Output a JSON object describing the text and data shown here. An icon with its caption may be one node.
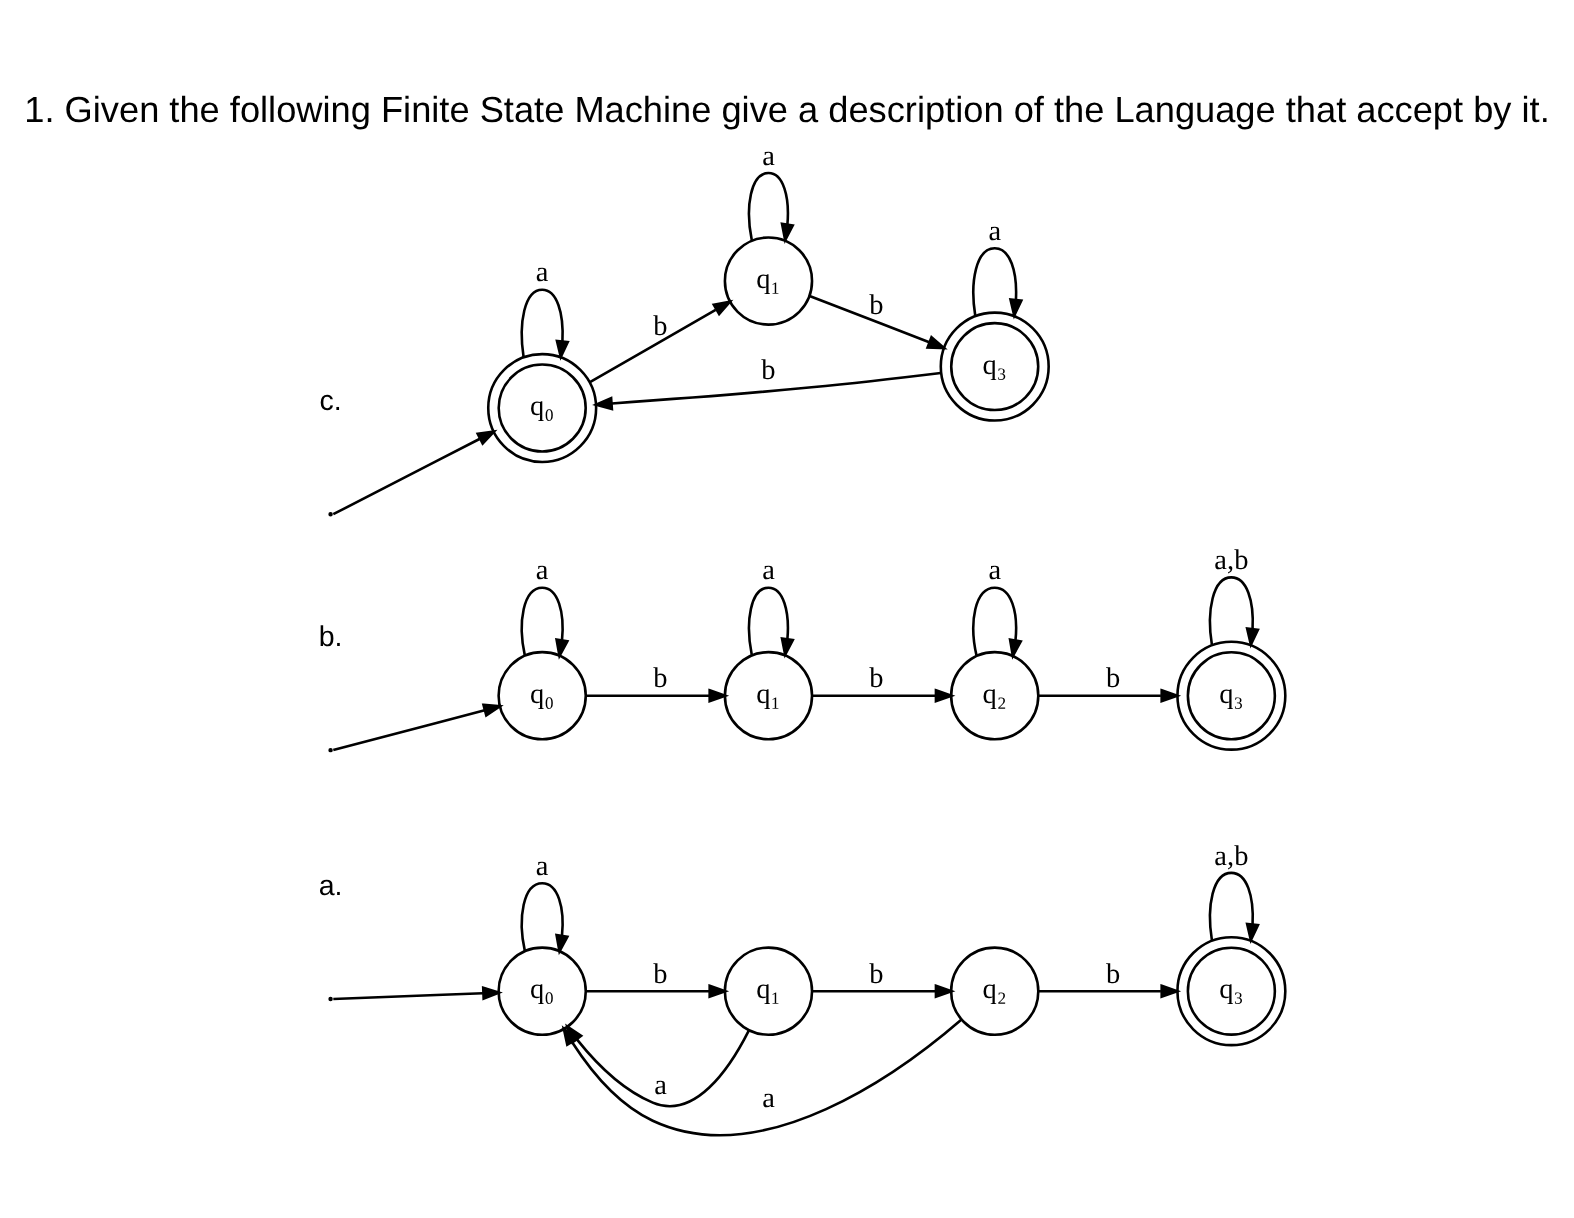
{
  "diagram": {
    "title": "1. Given the following Finite State Machine give a description of the Language that accept by it.",
    "nodes": [
      {
        "text": [
          "q₀"
        ]
      },
      {
        "text": [
          "q₁"
        ]
      },
      {
        "text": [
          "q₂"
        ]
      },
      {
        "text": [
          "q₃"
        ]
      },
      {
        "text": [
          "q₀"
        ]
      },
      {
        "text": [
          "q₁"
        ]
      },
      {
        "text": [
          "q₂"
        ]
      },
      {
        "text": [
          "q₃"
        ]
      },
      {
        "text": [
          "q₀"
        ]
      },
      {
        "text": [
          "q₁"
        ]
      },
      {
        "text": [
          "q₃"
        ]
      }
    ],
    "edges": [
      {
        "from": null,
        "to": 0,
        "arrow": "to"
      },
      {
        "from": 0,
        "to": 0,
        "arrow": "to",
        "label": "a"
      },
      {
        "from": 2,
        "to": 0,
        "arrow": "to",
        "label": "a"
      },
      {
        "from": 1,
        "to": 0,
        "arrow": "to",
        "label": "a"
      },
      {
        "from": 0,
        "to": 1,
        "arrow": "to",
        "label": "b"
      },
      {
        "from": 1,
        "to": 2,
        "arrow": "to",
        "label": "b"
      },
      {
        "from": 2,
        "to": 3,
        "arrow": "to",
        "label": "b"
      },
      {
        "from": 3,
        "to": 3,
        "arrow": "to",
        "label": "a,b"
      },
      {
        "from": null,
        "to": 4,
        "arrow": "to"
      },
      {
        "from": 4,
        "to": 4,
        "arrow": "to",
        "label": "a"
      },
      {
        "from": 5,
        "to": 5,
        "arrow": "to",
        "label": "a"
      },
      {
        "from": 6,
        "to": 6,
        "arrow": "to",
        "label": "a"
      },
      {
        "from": 7,
        "to": 7,
        "arrow": "to",
        "label": "a,b"
      },
      {
        "from": 4,
        "to": 5,
        "arrow": "to",
        "label": "b"
      },
      {
        "from": 5,
        "to": 6,
        "arrow": "to",
        "label": "b"
      },
      {
        "from": 6,
        "to": 7,
        "arrow": "to",
        "label": "b"
      },
      {
        "from": 9,
        "to": 9,
        "arrow": "to",
        "label": "a"
      },
      {
        "from": 8,
        "to": 8,
        "arrow": "to",
        "label": "a"
      },
      {
        "from": 8,
        "to": 9,
        "arrow": "to",
        "label": "b"
      },
      {
        "from": 9,
        "to": 10,
        "arrow": "to",
        "label": "b"
      },
      {
        "from": 10,
        "to": 10,
        "arrow": "to",
        "label": "a"
      },
      {
        "from": null,
        "to": 8,
        "arrow": "to"
      },
      {
        "from": 10,
        "to": 8,
        "arrow": "to",
        "label": "b"
      }
    ],
    "labels": [
      "a.",
      "b.",
      "c."
    ]
  }
}
